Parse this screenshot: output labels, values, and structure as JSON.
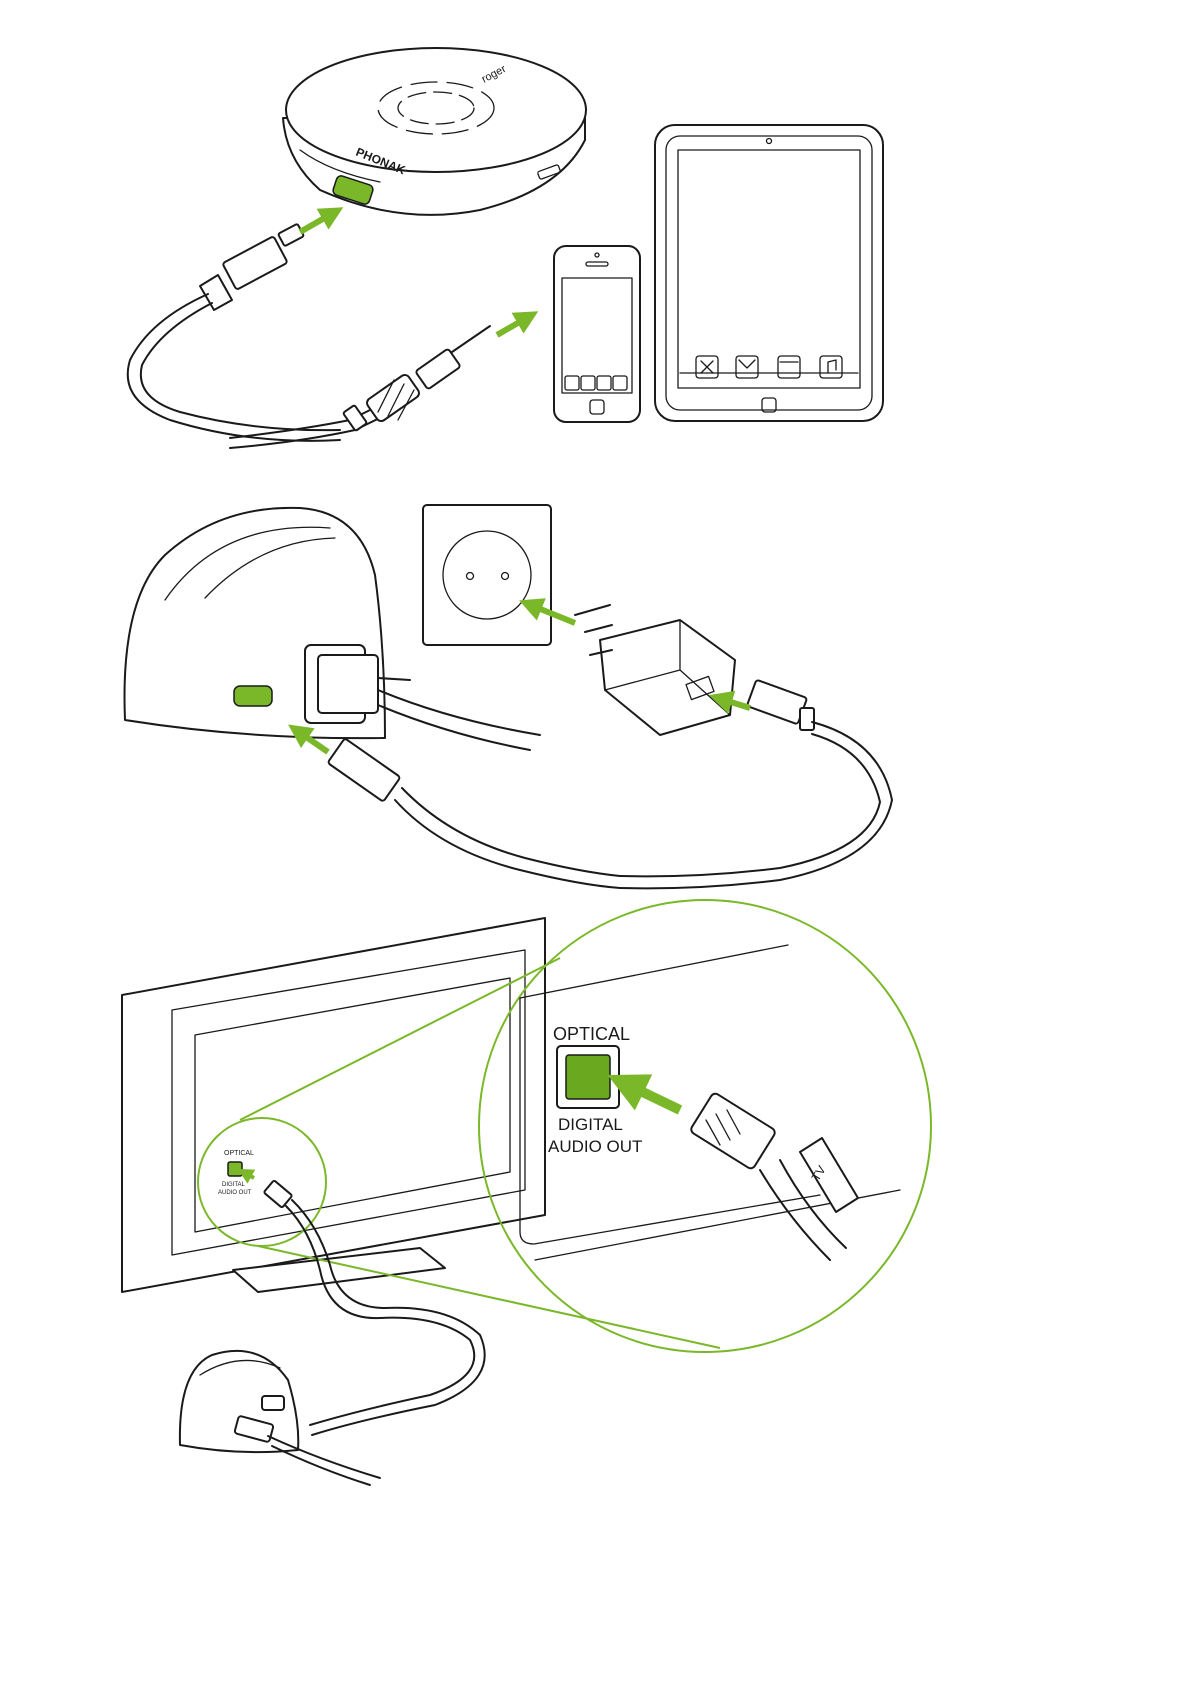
{
  "colors": {
    "accent": "#7ab829",
    "line": "#1a1a1a",
    "background": "#ffffff"
  },
  "panel1": {
    "device_brand": "PHONAK",
    "device_model": "roger"
  },
  "panel3": {
    "tv_port_top": "OPTICAL",
    "tv_port_bottom_1": "DIGITAL",
    "tv_port_bottom_2": "AUDIO OUT",
    "cable_tag": "TV",
    "small_port_top": "OPTICAL",
    "small_port_bottom_1": "DIGITAL",
    "small_port_bottom_2": "AUDIO OUT"
  },
  "icons": [
    "phone-icon",
    "mail-icon",
    "compass-icon",
    "clapper-icon",
    "music-icon",
    "home-button-icon",
    "arrow-icon"
  ]
}
